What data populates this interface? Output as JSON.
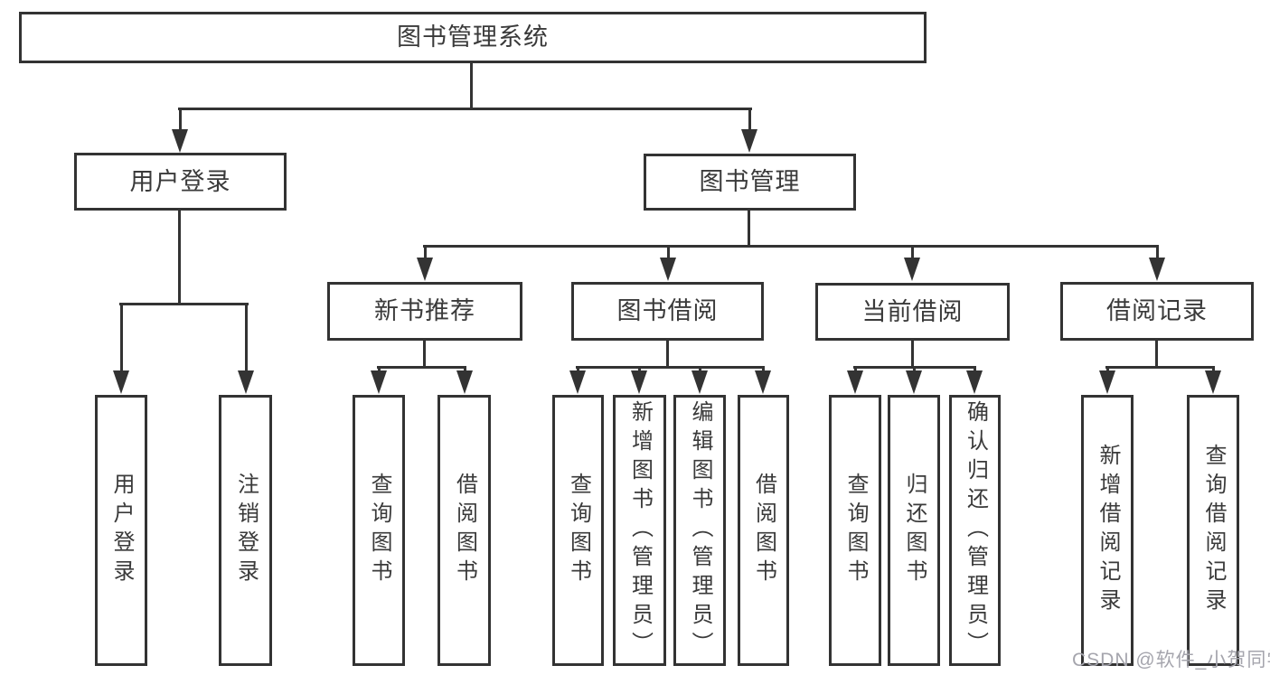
{
  "diagram": {
    "root": {
      "label": "图书管理系统"
    },
    "level2": [
      "用户登录",
      "图书管理"
    ],
    "level3": [
      "新书推荐",
      "图书借阅",
      "当前借阅",
      "借阅记录"
    ],
    "leaves": {
      "user_login": [
        "用户登录",
        "注销登录"
      ],
      "new_book_recommend": [
        "查询图书",
        "借阅图书"
      ],
      "book_borrowing": [
        "查询图书",
        "新增图书（管理员）",
        "编辑图书（管理员）",
        "借阅图书"
      ],
      "current_borrowing": [
        "查询图书",
        "归还图书",
        "确认归还（管理员）"
      ],
      "borrowing_records": [
        "新增借阅记录",
        "查询借阅记录"
      ]
    }
  },
  "watermark": {
    "text": "CSDN @软件_小贺同学"
  },
  "colors": {
    "line": "#333333",
    "text": "#3a3a3a",
    "background": "#ffffff",
    "watermark": "#a5a5ad"
  }
}
